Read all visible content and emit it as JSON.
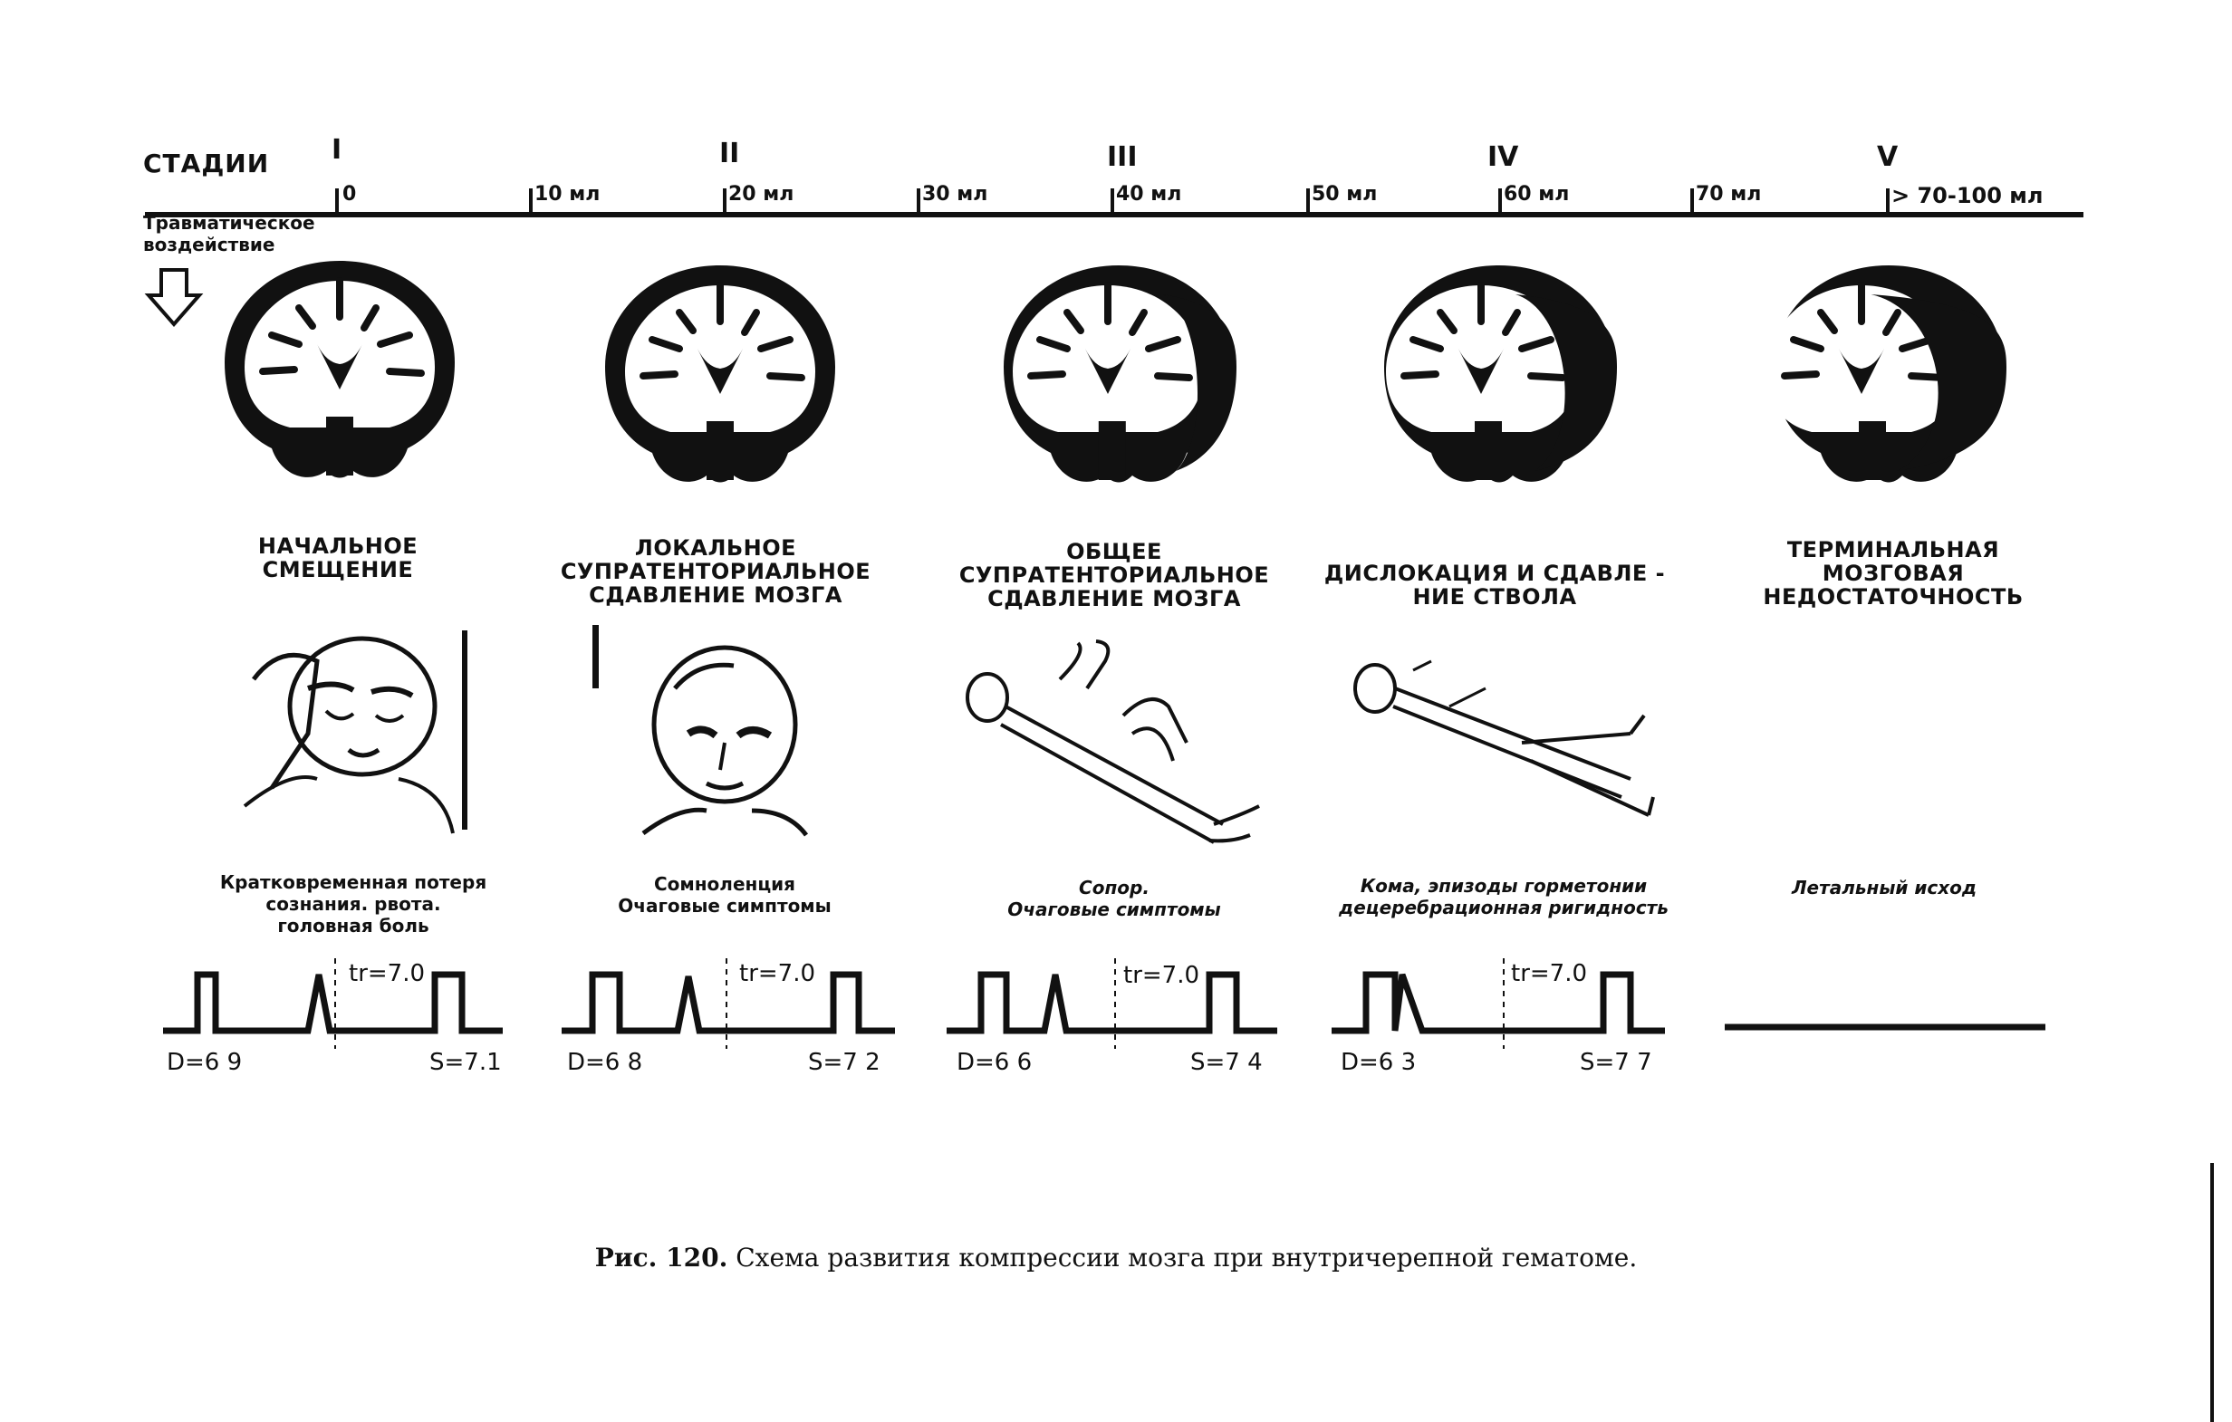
{
  "axis": {
    "title": "СТАДИИ",
    "stages": [
      "I",
      "II",
      "III",
      "IV",
      "V"
    ],
    "ticks": [
      "0",
      "10 мл",
      "20 мл",
      "30 мл",
      "40 мл",
      "50 мл",
      "60 мл",
      "70 мл",
      "> 70-100 мл"
    ],
    "trauma_label_1": "Травматическое",
    "trauma_label_2": "воздействие"
  },
  "columns": [
    {
      "stage_lines": [
        "НАЧАЛЬНОЕ",
        "СМЕЩЕНИЕ"
      ],
      "symptom_lines": [
        "Кратковременная потеря",
        "сознания. рвота.",
        "головная боль"
      ],
      "tr": "tr=7.0",
      "D": "D=6 9",
      "S": "S=7.1",
      "hematoma": 0
    },
    {
      "stage_lines": [
        "ЛОКАЛЬНОЕ",
        "СУПРАТЕНТОРИАЛЬНОЕ",
        "СДАВЛЕНИЕ МОЗГА"
      ],
      "symptom_lines": [
        "Сомноленция",
        "Очаговые симптомы"
      ],
      "tr": "tr=7.0",
      "D": "D=6 8",
      "S": "S=7 2",
      "hematoma": 0
    },
    {
      "stage_lines": [
        "ОБЩЕЕ",
        "СУПРАТЕНТОРИАЛЬНОЕ",
        "СДАВЛЕНИЕ МОЗГА"
      ],
      "symptom_lines": [
        "Сопор.",
        "Очаговые симптомы"
      ],
      "tr": "tr=7.0",
      "D": "D=6 6",
      "S": "S=7 4",
      "hematoma": 0.3
    },
    {
      "stage_lines": [
        "ДИСЛОКАЦИЯ И СДАВЛЕ -",
        "НИЕ СТВОЛА"
      ],
      "symptom_lines": [
        "Кома, эпизоды горметонии",
        "децеребрационная ригидность"
      ],
      "tr": "tr=7.0",
      "D": "D=6 3",
      "S": "S=7 7",
      "hematoma": 0.5
    },
    {
      "stage_lines": [
        "ТЕРМИНАЛЬНАЯ",
        "МОЗГОВАЯ",
        "НЕДОСТАТОЧНОСТЬ"
      ],
      "symptom_lines": [
        "Летальный исход"
      ],
      "tr": "",
      "D": "",
      "S": "",
      "hematoma": 0.75
    }
  ],
  "caption": {
    "label": "Рис. 120.",
    "text": "Схема развития компрессии мозга при внутричерепной гематоме."
  }
}
